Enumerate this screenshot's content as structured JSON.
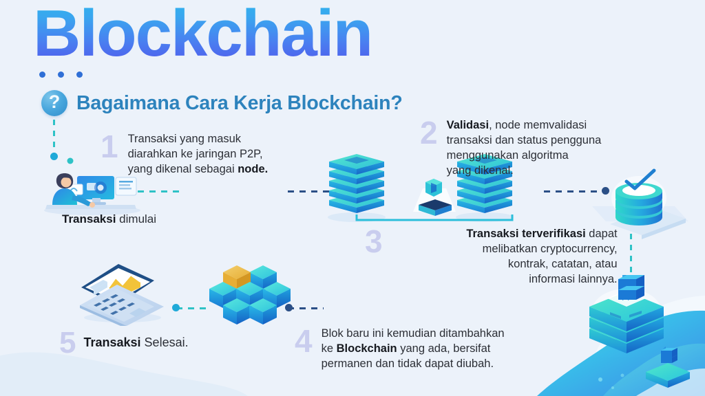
{
  "page": {
    "background_color": "#ecf2fa",
    "title": "Blockchain",
    "title_gradient_from": "#2bb8ec",
    "title_gradient_to": "#5250ea",
    "subtitle": "Bagaimana Cara Kerja Blockchain?",
    "subtitle_color": "#2d83bd",
    "question_mark": "?"
  },
  "steps": [
    {
      "number": "1",
      "text_plain": "Transaksi yang masuk diarahkan ke jaringan P2P, yang dikenal sebagai node.",
      "lead": "Transaksi yang masuk\ndiarahkan ke jaringan P2P,\nyang dikenal sebagai ",
      "emphasis": "node.",
      "tail": ""
    },
    {
      "number": "2",
      "text_plain": "Validasi, node memvalidasi transaksi dan status pengguna menggunakan algoritma yang dikenal.",
      "lead": "",
      "emphasis": "Validasi",
      "tail": ", node memvalidasi\ntransaksi dan status pengguna\nmenggunakan algoritma\nyang dikenal."
    },
    {
      "number": "3",
      "text_plain": "Transaksi terverifikasi dapat melibatkan cryptocurrency, kontrak, catatan, atau informasi lainnya.",
      "lead": "",
      "emphasis": "Transaksi terverifikasi",
      "tail": " dapat\nmelibatkan cryptocurrency,\nkontrak, catatan, atau\ninformasi lainnya."
    },
    {
      "number": "4",
      "text_plain": "Blok baru ini kemudian ditambahkan ke Blockchain yang ada, bersifat permanen dan tidak dapat diubah.",
      "lead": "Blok baru ini kemudian ditambahkan\nke ",
      "emphasis": "Blockchain",
      "tail": " yang ada, bersifat\npermanen dan tidak dapat diubah."
    },
    {
      "number": "5",
      "text_plain": "Transaksi Selesai.",
      "lead": "",
      "emphasis": "Transaksi",
      "tail": " Selesai."
    }
  ],
  "captions": {
    "start": {
      "emphasis": "Transaksi",
      "tail": " dimulai"
    }
  },
  "illustrations": [
    {
      "name": "person-at-computer-illustration",
      "label": "person working at desktop computer"
    },
    {
      "name": "server-rack-pair-illustration",
      "label": "two isometric server stacks with bitcoin coin"
    },
    {
      "name": "database-check-illustration",
      "label": "database cylinder with checkmark"
    },
    {
      "name": "cube-cluster-illustration",
      "label": "isometric block cluster with one gold block"
    },
    {
      "name": "laptop-chart-illustration",
      "label": "isometric laptop showing yellow chart"
    },
    {
      "name": "bitcoin-server-illustration",
      "label": "server stack topped with bitcoin symbol"
    }
  ],
  "palette": {
    "accent_cyan": "#2ec2c6",
    "accent_blue": "#1fa9d8",
    "navy": "#2b4f86",
    "number_lavender": "#bcc0ea",
    "gold": "#e9b23c"
  }
}
